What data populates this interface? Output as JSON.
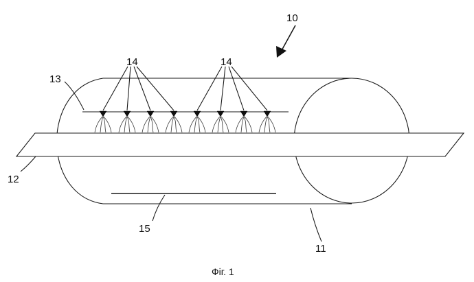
{
  "figure": {
    "labels": {
      "apparatus": "10",
      "housing": "11",
      "web": "12",
      "manifold": "13",
      "nozzles": "14",
      "plate": "15"
    },
    "caption": "Фіг. 1"
  }
}
